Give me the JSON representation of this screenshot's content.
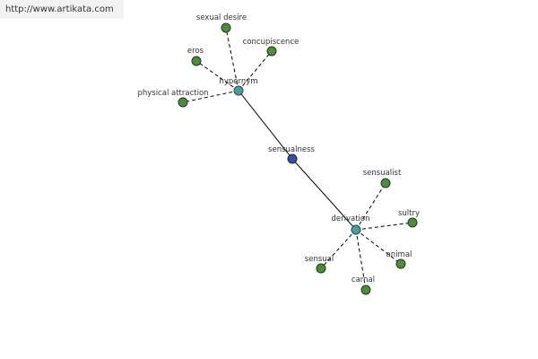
{
  "watermark": {
    "url": "http://www.artikata.com"
  },
  "graph": {
    "root": {
      "label": "sensualness",
      "color": "#3a4f9a"
    },
    "hubs": [
      {
        "label": "hypernym",
        "color": "#4e9b9b",
        "leaves": [
          {
            "label": "sexual desire"
          },
          {
            "label": "concupiscence"
          },
          {
            "label": "eros"
          },
          {
            "label": "physical attraction"
          }
        ]
      },
      {
        "label": "derivation",
        "color": "#4e9b9b",
        "leaves": [
          {
            "label": "sensualist"
          },
          {
            "label": "sultry"
          },
          {
            "label": "animal"
          },
          {
            "label": "carnal"
          },
          {
            "label": "sensual"
          }
        ]
      }
    ],
    "leaf_color": "#4f8a3f"
  }
}
